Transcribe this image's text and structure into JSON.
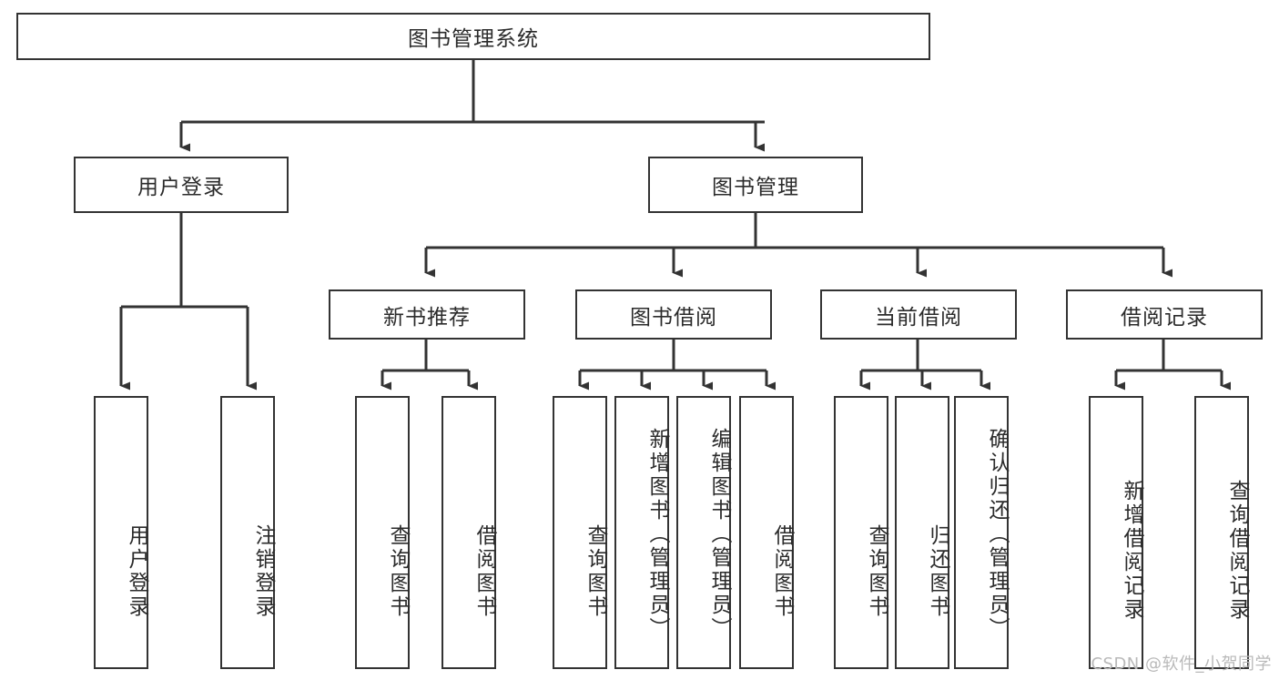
{
  "diagram": {
    "title": "图书管理系统",
    "type": "tree-hierarchy-diagram",
    "colors": {
      "background": "#ffffff",
      "box_border": "#333333",
      "box_fill": "#ffffff",
      "connector": "#333333",
      "text": "#2b2b2b",
      "watermark": "#b9b9b9"
    },
    "root": {
      "label": "图书管理系统"
    },
    "level2": [
      {
        "label": "用户登录"
      },
      {
        "label": "图书管理"
      }
    ],
    "level3": [
      {
        "label": "新书推荐"
      },
      {
        "label": "图书借阅"
      },
      {
        "label": "当前借阅"
      },
      {
        "label": "借阅记录"
      }
    ],
    "leaves_user_login": [
      {
        "label": "用户登录"
      },
      {
        "label": "注销登录"
      }
    ],
    "leaves_new_book": [
      {
        "label": "查询图书"
      },
      {
        "label": "借阅图书"
      }
    ],
    "leaves_borrow": [
      {
        "label": "查询图书"
      },
      {
        "label": "新增图书（管理员）"
      },
      {
        "label": "编辑图书（管理员）"
      },
      {
        "label": "借阅图书"
      }
    ],
    "leaves_current": [
      {
        "label": "查询图书"
      },
      {
        "label": "归还图书"
      },
      {
        "label": "确认归还（管理员）"
      }
    ],
    "leaves_records": [
      {
        "label": "新增借阅记录"
      },
      {
        "label": "查询借阅记录"
      }
    ],
    "watermark": "CSDN @软件_小贺同学"
  }
}
